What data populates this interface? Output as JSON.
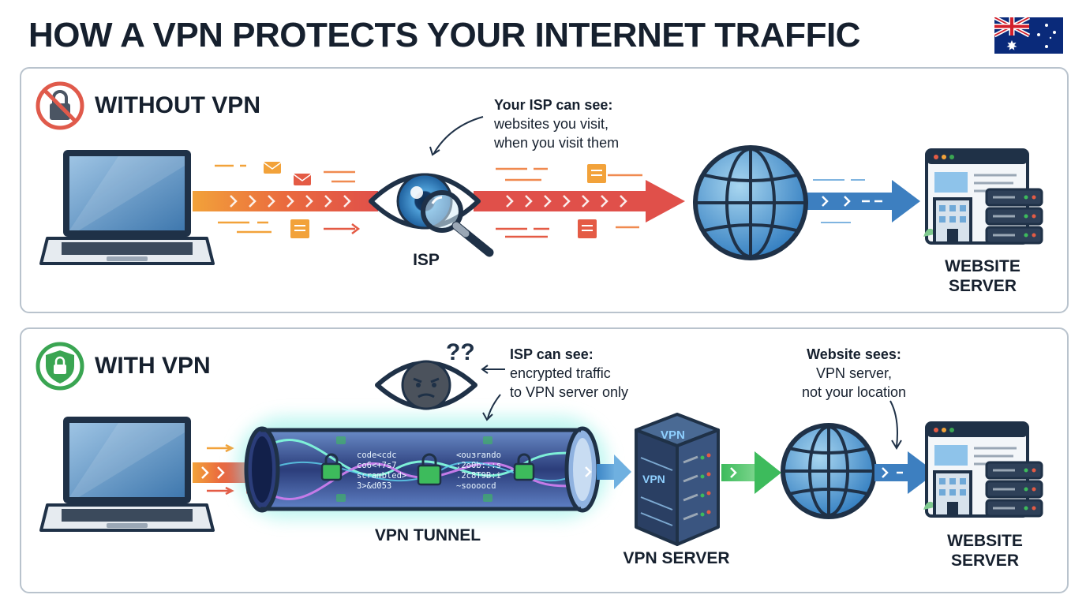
{
  "title": "HOW A VPN PROTECTS YOUR INTERNET TRAFFIC",
  "colors": {
    "danger": "#e05a4b",
    "safe": "#3aa552",
    "dark_navy": "#1f3147",
    "arrow_orange": "#f2a23a",
    "arrow_red": "#e0504a",
    "arrow_blue": "#3d7fc0",
    "arrow_green": "#3dbb5c",
    "tunnel_glow": "#8ff0e6"
  },
  "without_vpn": {
    "header": "WITHOUT VPN",
    "header_icon": "no-lock-icon",
    "isp_label": "ISP",
    "isp_icon": "eye-magnifier-icon",
    "note_title": "Your ISP can see:",
    "note_line1": "websites you visit,",
    "note_line2": "when you visit them",
    "server_label_line1": "WEBSITE",
    "server_label_line2": "SERVER"
  },
  "with_vpn": {
    "header": "WITH VPN",
    "header_icon": "shield-lock-icon",
    "question_marks": "??",
    "isp_note_title": "ISP can see:",
    "isp_note_line1": "encrypted traffic",
    "isp_note_line2": "to VPN server only",
    "website_note_title": "Website sees:",
    "website_note_line1": "VPN server,",
    "website_note_line2": "not your location",
    "tunnel_label": "VPN TUNNEL",
    "tunnel_code": {
      "left_line1": "code<cdc",
      "left_line2": "co6<+7s7",
      "left_line3": "scrambled>",
      "left_line4": "3>&d053",
      "right_line1": "<ouɜrando",
      "right_line2": ":2o0b:::s",
      "right_line3": ".2c8T9B:i",
      "right_line4": "~soooocd"
    },
    "vpn_server_label": "VPN SERVER",
    "vpn_server_text": "VPN",
    "server_label_line1": "WEBSITE",
    "server_label_line2": "SERVER"
  }
}
